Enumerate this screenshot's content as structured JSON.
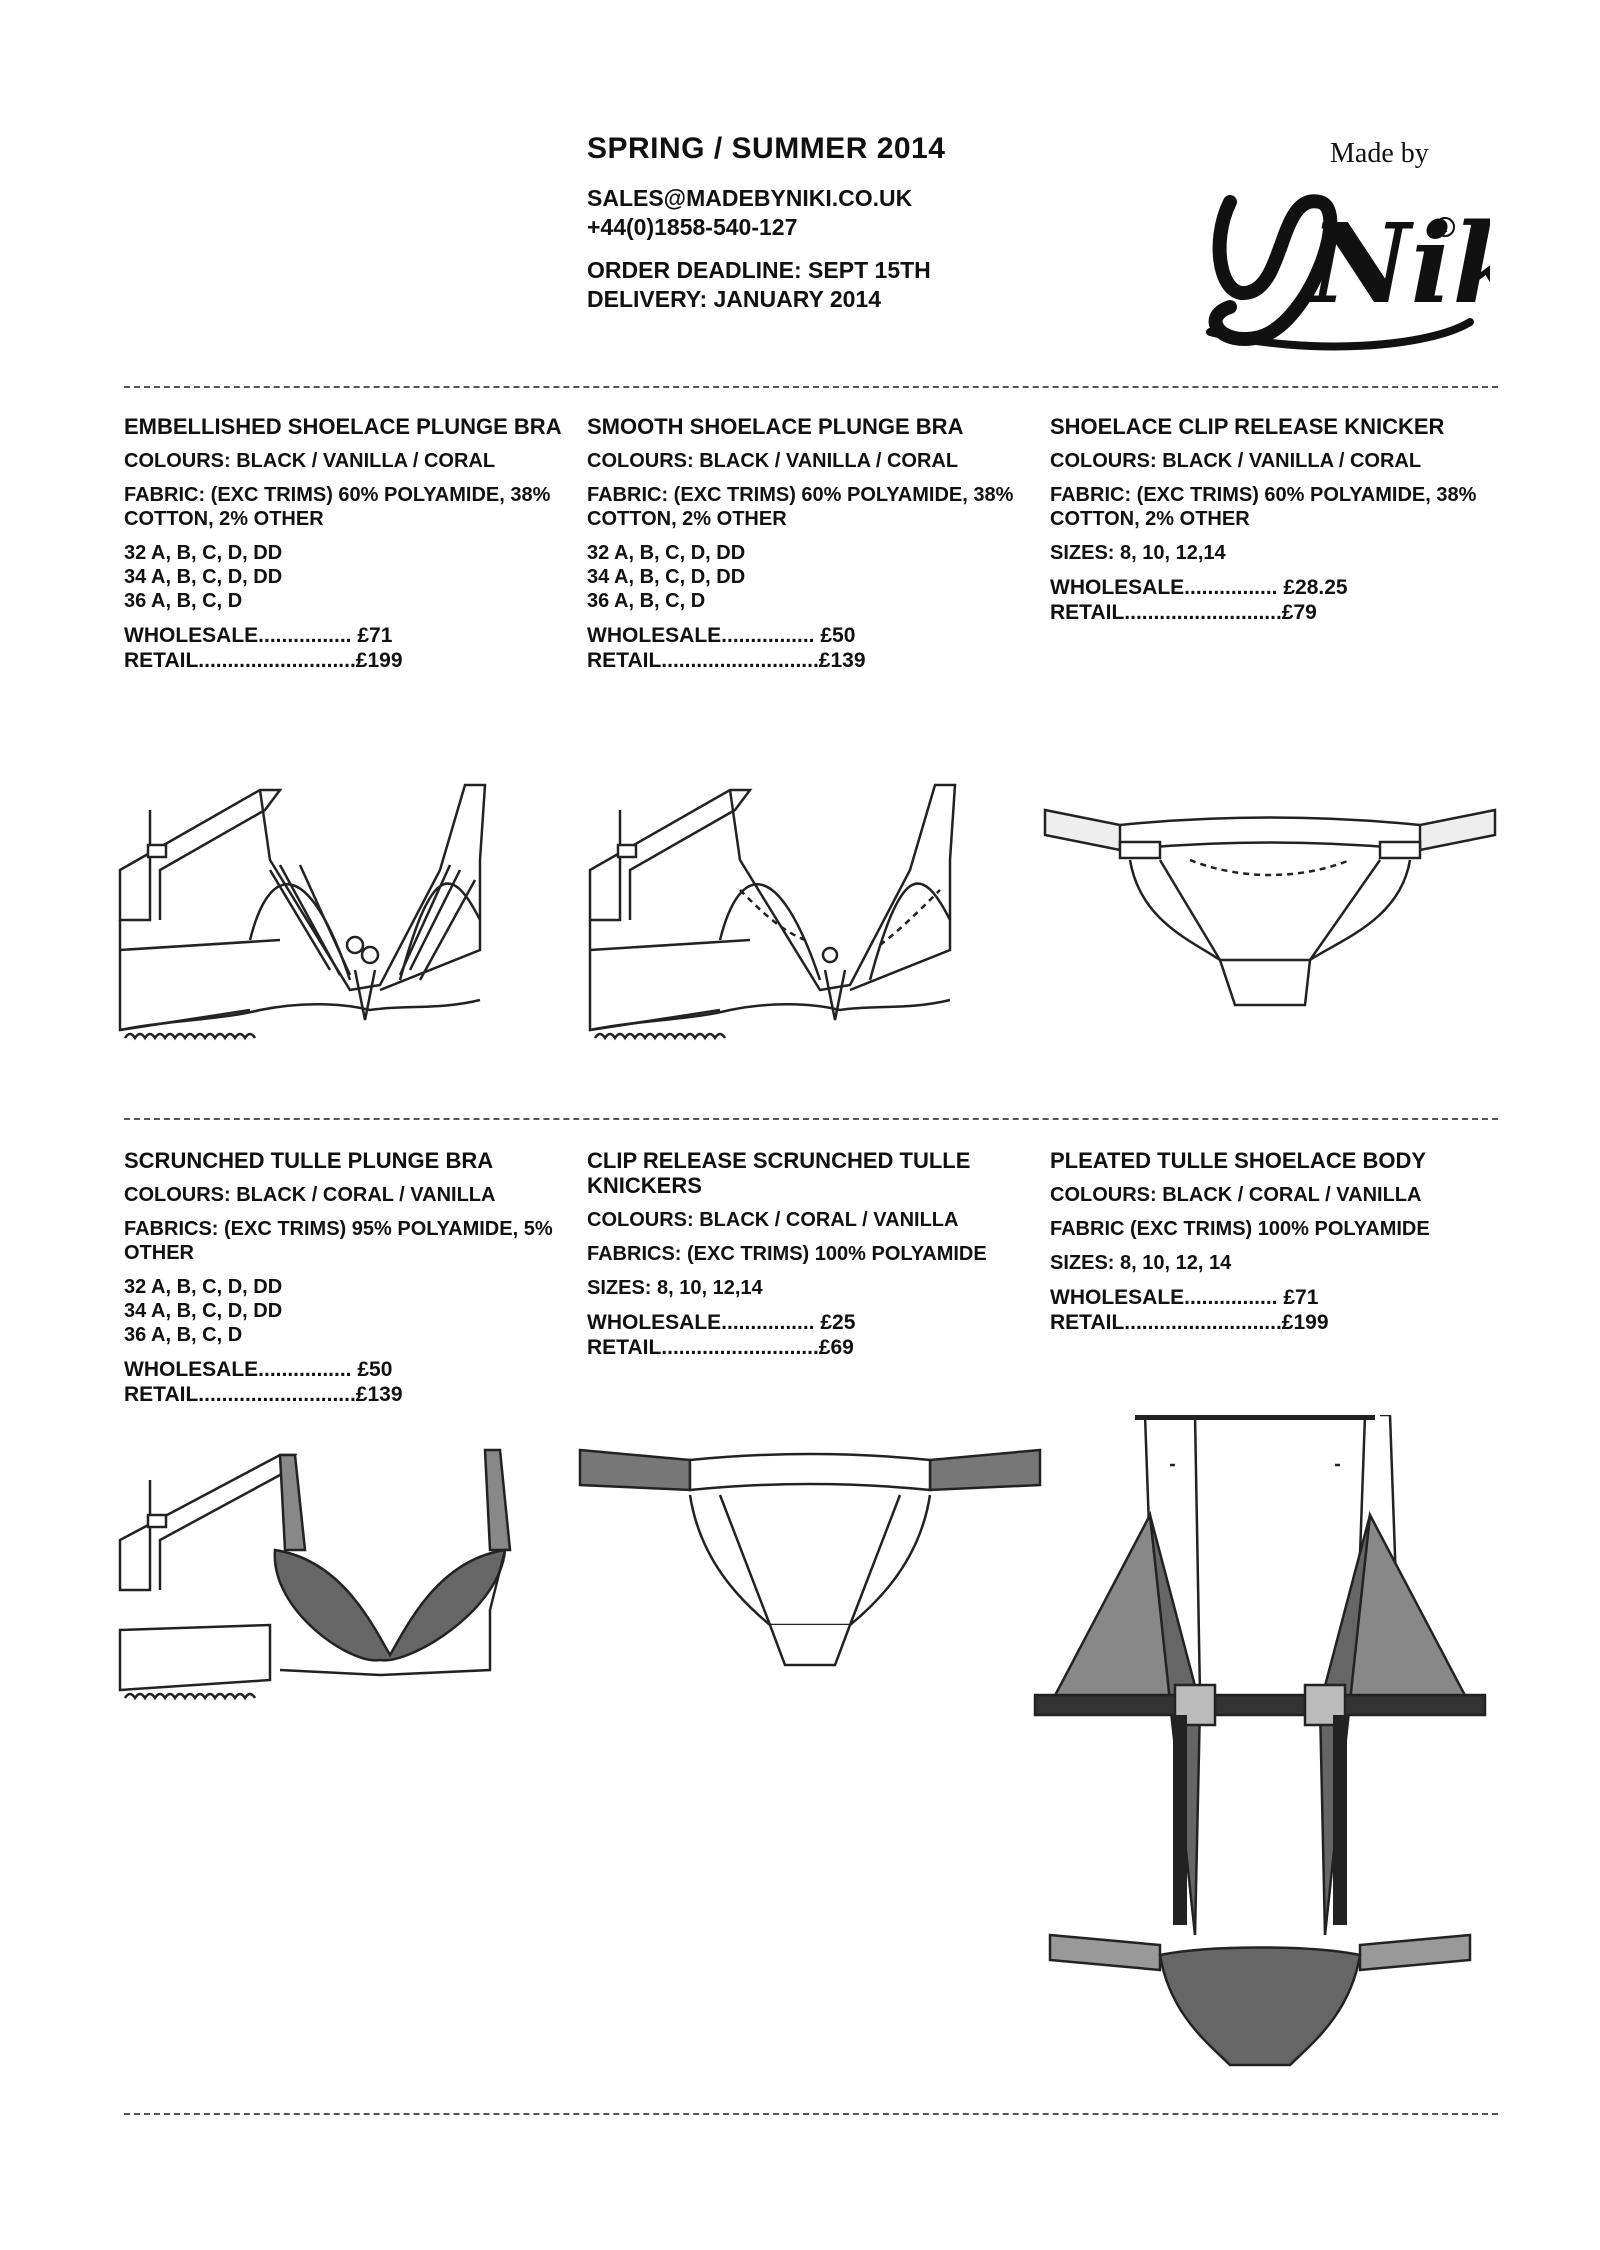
{
  "header": {
    "season": "SPRING / SUMMER 2014",
    "email": "SALES@MADEBYNIKI.CO.UK",
    "phone": "+44(0)1858-540-127",
    "deadline": "ORDER DEADLINE: SEPT 15TH",
    "delivery": "DELIVERY: JANUARY 2014"
  },
  "logo": {
    "small_text": "Made by",
    "script_text": "Niki",
    "registered": "R"
  },
  "products": [
    {
      "name": "EMBELLISHED SHOELACE PLUNGE BRA",
      "colours": "COLOURS: BLACK / VANILLA / CORAL",
      "fabric": "FABRIC: (EXC TRIMS) 60% POLYAMIDE, 38% COTTON, 2% OTHER",
      "sizes": [
        "32 A, B, C, D, DD",
        "34 A, B, C, D, DD",
        "36 A, B, C, D"
      ],
      "wholesale": "WHOLESALE................ £71",
      "retail": "RETAIL...........................£199"
    },
    {
      "name": "SMOOTH SHOELACE PLUNGE BRA",
      "colours": "COLOURS: BLACK / VANILLA / CORAL",
      "fabric": "FABRIC: (EXC TRIMS) 60% POLYAMIDE, 38% COTTON, 2% OTHER",
      "sizes": [
        "32 A, B, C, D, DD",
        "34 A, B, C, D, DD",
        "36 A, B, C, D"
      ],
      "wholesale": "WHOLESALE................ £50",
      "retail": "RETAIL...........................£139"
    },
    {
      "name": "SHOELACE CLIP RELEASE KNICKER",
      "colours": "COLOURS: BLACK / VANILLA / CORAL",
      "fabric": "FABRIC: (EXC TRIMS) 60% POLYAMIDE, 38% COTTON, 2% OTHER",
      "sizes": [
        "SIZES: 8, 10, 12,14"
      ],
      "wholesale": "WHOLESALE................ £28.25",
      "retail": "RETAIL...........................£79"
    },
    {
      "name": "SCRUNCHED TULLE PLUNGE BRA",
      "colours": "COLOURS: BLACK / CORAL / VANILLA",
      "fabric": "FABRICS: (EXC TRIMS) 95% POLYAMIDE, 5% OTHER",
      "sizes": [
        "32 A, B, C, D, DD",
        "34 A, B, C, D, DD",
        "36 A, B, C, D"
      ],
      "wholesale": "WHOLESALE................ £50",
      "retail": "RETAIL...........................£139"
    },
    {
      "name": "CLIP RELEASE SCRUNCHED TULLE KNICKERS",
      "colours": "COLOURS: BLACK / CORAL / VANILLA",
      "fabric": "FABRICS: (EXC TRIMS) 100% POLYAMIDE",
      "sizes": [
        "SIZES: 8, 10, 12,14"
      ],
      "wholesale": "WHOLESALE................ £25",
      "retail": "RETAIL...........................£69"
    },
    {
      "name": "PLEATED TULLE SHOELACE BODY",
      "colours": "COLOURS: BLACK / CORAL / VANILLA",
      "fabric": "FABRIC (EXC TRIMS) 100% POLYAMIDE",
      "sizes": [
        "SIZES: 8, 10, 12, 14"
      ],
      "wholesale": "WHOLESALE................ £71",
      "retail": "RETAIL...........................£199"
    }
  ]
}
